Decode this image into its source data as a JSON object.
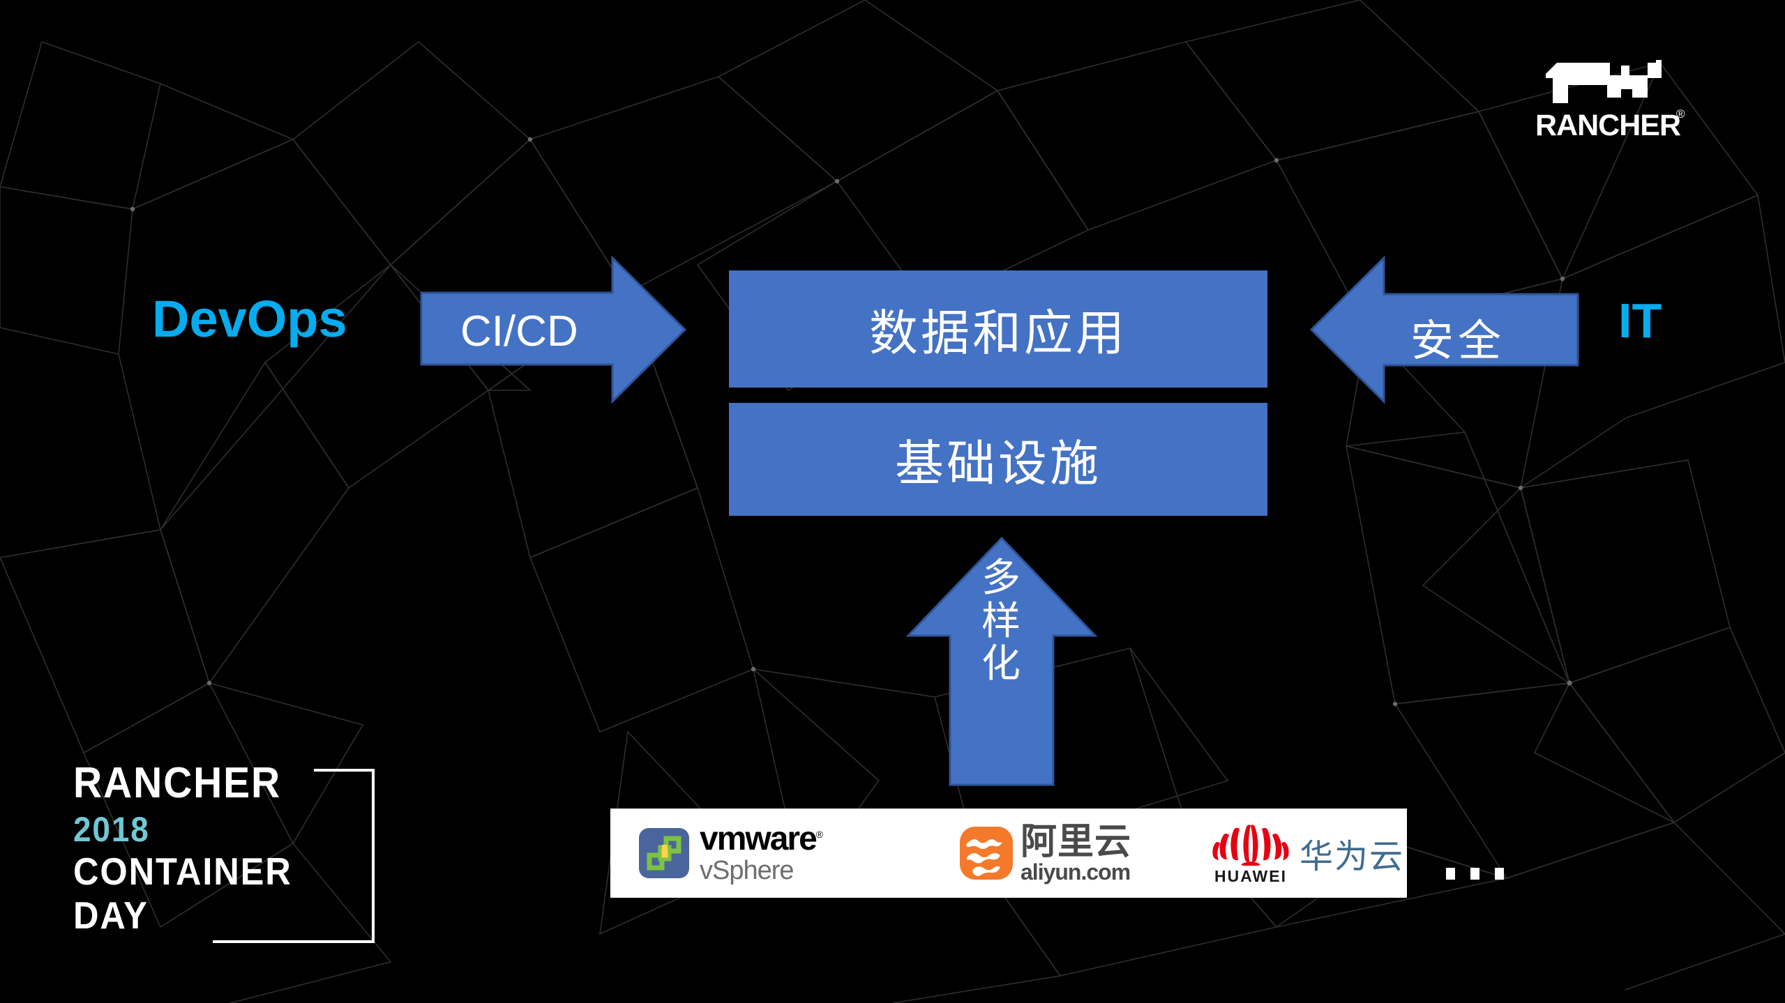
{
  "slide": {
    "background_color": "#000000",
    "accent_blue": "#4472C4",
    "cyan": "#06ACEE",
    "teal": "#6FC8D4"
  },
  "rancher_logo": {
    "wordmark": "RANCHER",
    "trademark": "®",
    "mark_icon": "rancher-cow-icon"
  },
  "event_logo": {
    "line1": "RANCHER",
    "line2": "2018",
    "line3": "CONTAINER",
    "line4": "DAY"
  },
  "labels": {
    "devops": "DevOps",
    "it": "IT"
  },
  "arrows": {
    "cicd": {
      "label": "CI/CD",
      "direction": "right"
    },
    "security": {
      "label": "安全",
      "direction": "left"
    },
    "diversify": {
      "label": "多样化",
      "direction": "up",
      "chars": [
        "多",
        "样",
        "化"
      ]
    }
  },
  "boxes": {
    "data_and_apps": "数据和应用",
    "infrastructure": "基础设施"
  },
  "vendors": {
    "vmware": {
      "name": "vmware",
      "trademark": "®",
      "product": "vSphere",
      "icon": "vmware-vsphere-icon"
    },
    "aliyun": {
      "name_cn": "阿里云",
      "domain": "aliyun.com",
      "icon": "aliyun-cloud-icon"
    },
    "huawei": {
      "name": "HUAWEI",
      "name_cn": "华为云",
      "icon": "huawei-flower-icon"
    },
    "more": "…"
  }
}
